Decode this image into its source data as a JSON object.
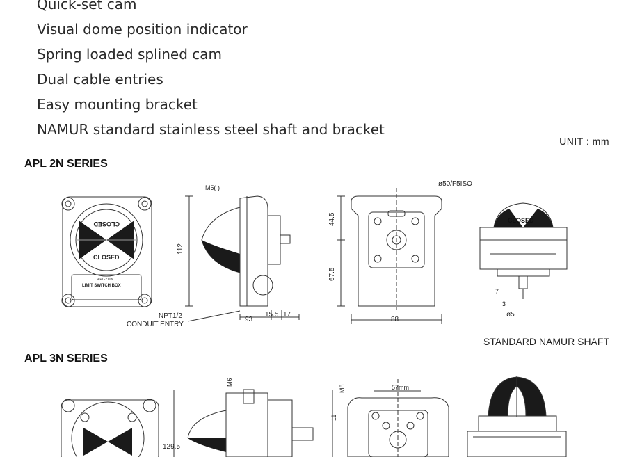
{
  "features": [
    "Quick-set cam",
    "Visual dome position indicator",
    "Spring loaded splined cam",
    "Dual cable entries",
    "Easy mounting bracket",
    "NAMUR standard stainless steel shaft and bracket"
  ],
  "unit_label": "UNIT : mm",
  "series_2n": {
    "title": "APL 2N SERIES",
    "dome_text": "CLOSED",
    "nameplate": "LIMIT SWITCH BOX",
    "model": "APL-210N",
    "conduit_label_1": "NPT1/2",
    "conduit_label_2": "CONDUIT ENTRY",
    "thread_label": "M5(  )",
    "iso_label": "ø50/F5ISO",
    "dims": {
      "height": "112",
      "width_side": "93",
      "d1": "15.5",
      "d2": "17",
      "top": "44.5",
      "bottom": "67.5",
      "width_back": "88",
      "shaft_dia": "ø5",
      "s7": "7",
      "s3": "3"
    }
  },
  "shaft_label": "STANDARD NAMUR SHAFT",
  "series_3n": {
    "title": "APL 3N SERIES",
    "dims": {
      "height": "129.5",
      "m6": "M6",
      "m8": "M8",
      "width_top": "57mm",
      "h_top": "11"
    }
  }
}
